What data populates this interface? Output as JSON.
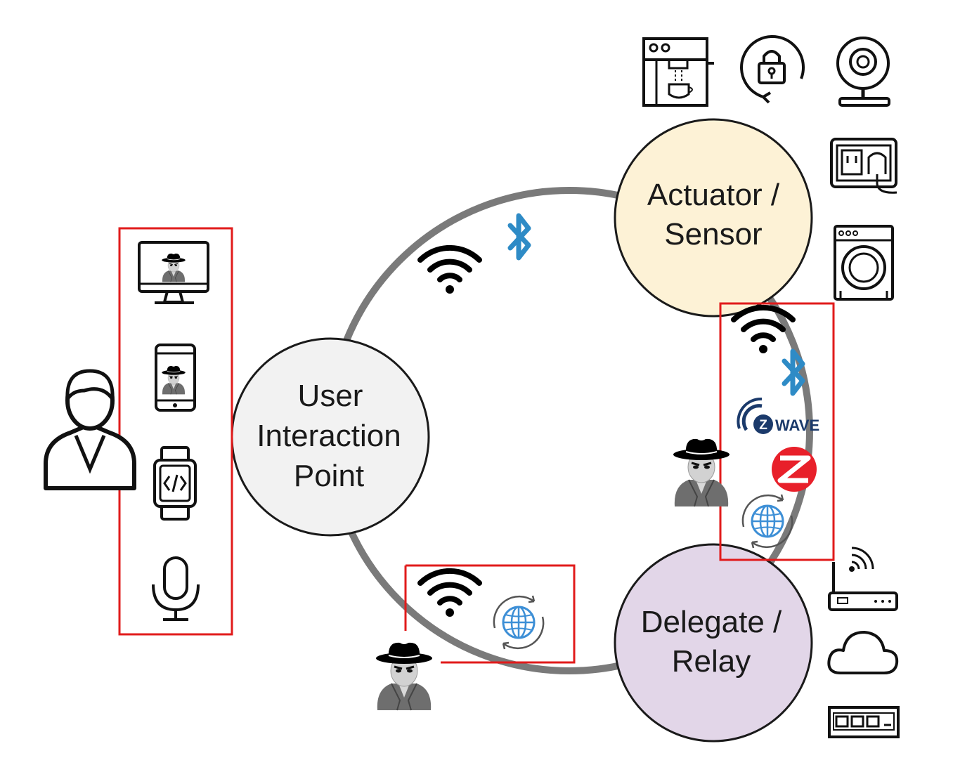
{
  "nodes": {
    "actuator": {
      "line1": "Actuator /",
      "line2": "Sensor",
      "fill": "#fdf2d6"
    },
    "user": {
      "line1": "User",
      "line2": "Interaction",
      "line3": "Point",
      "fill": "#f2f2f2"
    },
    "delegate": {
      "line1": "Delegate /",
      "line2": "Relay",
      "fill": "#e2d6e8"
    }
  },
  "labels": {
    "zwave": "WAVE",
    "zwave_z": "Z"
  },
  "colors": {
    "ring": "#7a7a7a",
    "highlight": "#e11b1b",
    "bluetooth": "#2e8bc6",
    "globe": "#3d8fd6",
    "zigbee": "#e8202a",
    "zwave": "#1b3a6b",
    "icon": "#1a1a1a"
  },
  "icons": {
    "user_side": [
      "desktop-monitor-icon",
      "smartphone-icon",
      "smartwatch-icon",
      "microphone-icon"
    ],
    "actuators": [
      "coffee-machine-icon",
      "smart-lock-icon",
      "webcam-icon",
      "power-outlet-icon",
      "washing-machine-icon"
    ],
    "relays": [
      "wifi-router-icon",
      "cloud-icon",
      "network-switch-icon"
    ],
    "protocols": [
      "wifi-icon",
      "bluetooth-icon",
      "zwave-icon",
      "zigbee-icon",
      "internet-globe-icon"
    ],
    "attacker": "hacker-spy-icon",
    "person": "person-icon"
  }
}
